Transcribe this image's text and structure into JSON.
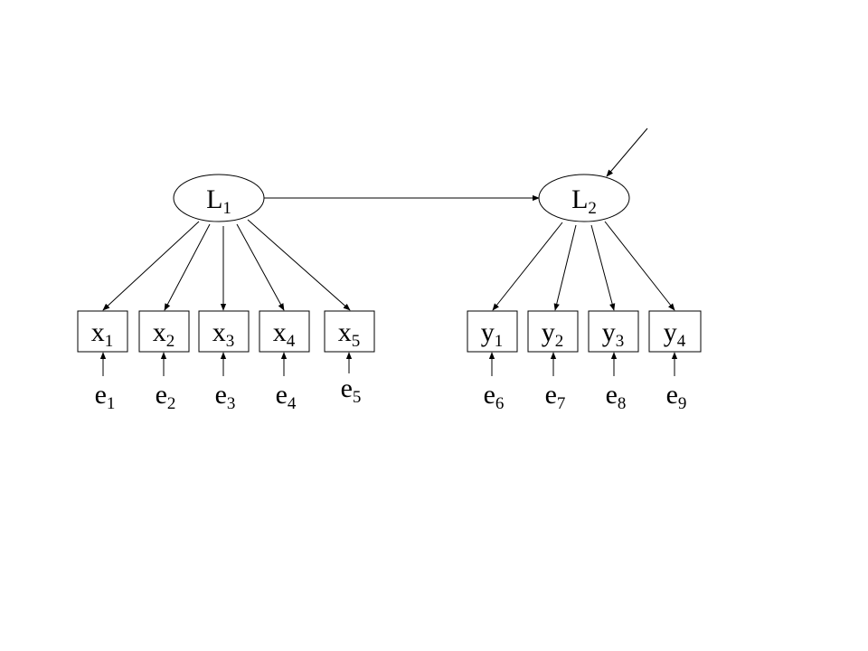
{
  "diagram": {
    "latents": [
      {
        "letter": "L",
        "index": "1"
      },
      {
        "letter": "L",
        "index": "2"
      }
    ],
    "indicators_x": [
      {
        "letter": "x",
        "index": "1"
      },
      {
        "letter": "x",
        "index": "2"
      },
      {
        "letter": "x",
        "index": "3"
      },
      {
        "letter": "x",
        "index": "4"
      },
      {
        "letter": "x",
        "index": "5"
      }
    ],
    "indicators_y": [
      {
        "letter": "y",
        "index": "1"
      },
      {
        "letter": "y",
        "index": "2"
      },
      {
        "letter": "y",
        "index": "3"
      },
      {
        "letter": "y",
        "index": "4"
      }
    ],
    "errors": [
      {
        "letter": "e",
        "index": "1"
      },
      {
        "letter": "e",
        "index": "2"
      },
      {
        "letter": "e",
        "index": "3"
      },
      {
        "letter": "e",
        "index": "4"
      },
      {
        "letter": "e",
        "index": "5"
      },
      {
        "letter": "e",
        "index": "6"
      },
      {
        "letter": "e",
        "index": "7"
      },
      {
        "letter": "e",
        "index": "8"
      },
      {
        "letter": "e",
        "index": "9"
      }
    ]
  }
}
